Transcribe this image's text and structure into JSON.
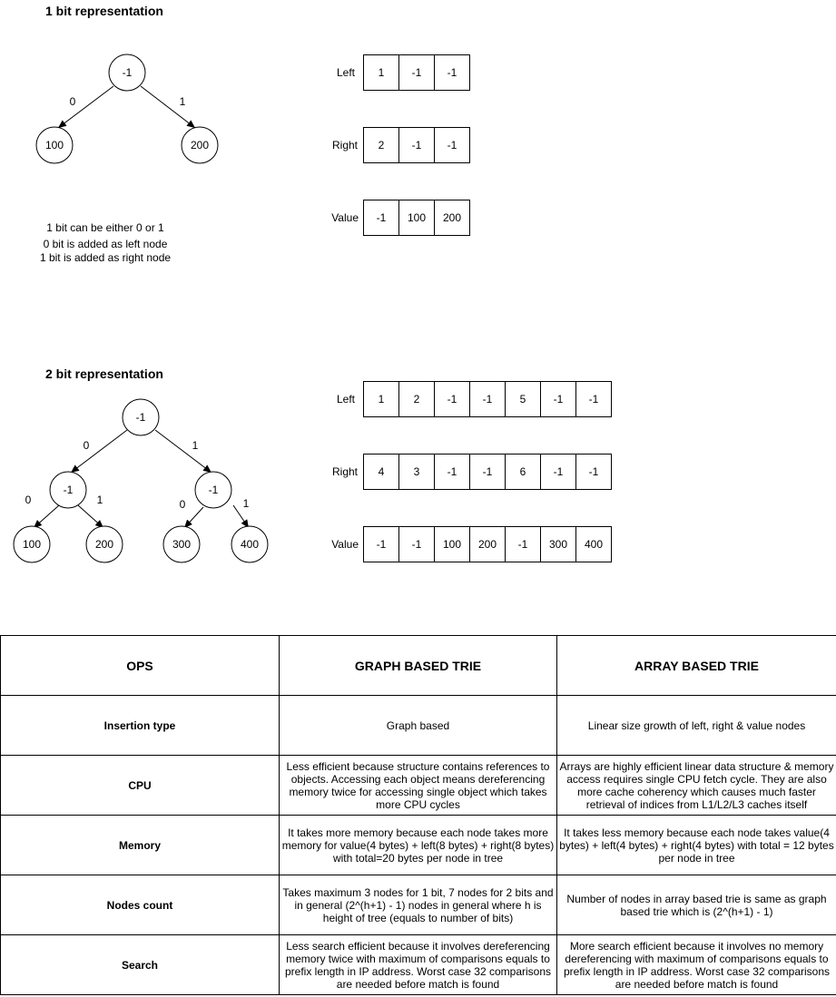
{
  "one_bit": {
    "heading": "1 bit representation",
    "tree": {
      "root": "-1",
      "left": "100",
      "right": "200",
      "edge_left": "0",
      "edge_right": "1"
    },
    "notes": [
      "1 bit can be either 0 or 1",
      "0 bit is added as left node",
      "1 bit is added as right node"
    ],
    "arrays": [
      {
        "label": "Left",
        "values": [
          "1",
          "-1",
          "-1"
        ]
      },
      {
        "label": "Right",
        "values": [
          "2",
          "-1",
          "-1"
        ]
      },
      {
        "label": "Value",
        "values": [
          "-1",
          "100",
          "200"
        ]
      }
    ]
  },
  "two_bit": {
    "heading": "2 bit representation",
    "tree": {
      "root": "-1",
      "left": "-1",
      "right": "-1",
      "leaves": [
        "100",
        "200",
        "300",
        "400"
      ],
      "edge_left": "0",
      "edge_right": "1"
    },
    "arrays": [
      {
        "label": "Left",
        "values": [
          "1",
          "2",
          "-1",
          "-1",
          "5",
          "-1",
          "-1"
        ]
      },
      {
        "label": "Right",
        "values": [
          "4",
          "3",
          "-1",
          "-1",
          "6",
          "-1",
          "-1"
        ]
      },
      {
        "label": "Value",
        "values": [
          "-1",
          "-1",
          "100",
          "200",
          "-1",
          "300",
          "400"
        ]
      }
    ]
  },
  "table": {
    "headers": [
      "OPS",
      "GRAPH BASED TRIE",
      "ARRAY BASED TRIE"
    ],
    "rows": [
      [
        "Insertion type",
        "Graph based",
        "Linear size growth of left, right & value nodes"
      ],
      [
        "CPU",
        "Less efficient because structure contains references to objects. Accessing each object means dereferencing memory twice for accessing single object which takes more CPU cycles",
        "Arrays are highly efficient linear data structure & memory access requires single CPU fetch cycle. They are also more cache coherency which causes much faster retrieval of indices from L1/L2/L3 caches itself"
      ],
      [
        "Memory",
        "It takes more memory because each node takes more memory for value(4 bytes) + left(8 bytes) + right(8 bytes) with total=20 bytes per node in tree",
        "It takes less memory because each node takes value(4 bytes) + left(4 bytes) + right(4 bytes) with total = 12 bytes per node in tree"
      ],
      [
        "Nodes count",
        "Takes maximum 3 nodes for 1 bit, 7 nodes for 2 bits and in general (2^(h+1) - 1) nodes in general where h is height of tree (equals to number of bits)",
        "Number of nodes in array based trie is same as graph based trie which is (2^(h+1) - 1)"
      ],
      [
        "Search",
        "Less search efficient because it involves dereferencing memory twice with maximum of comparisons equals to prefix length in IP address. Worst case 32 comparisons are needed before match is found",
        "More search efficient because it involves no memory dereferencing with maximum of comparisons equals to prefix length in IP address. Worst case 32 comparisons are needed before match is found"
      ]
    ]
  }
}
